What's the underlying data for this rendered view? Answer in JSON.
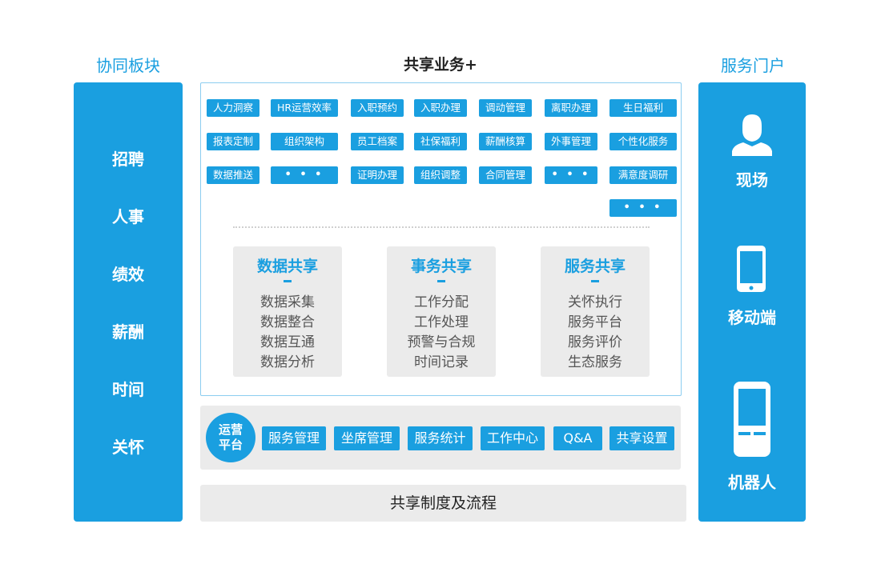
{
  "left": {
    "title": "协同板块",
    "items": [
      "招聘",
      "人事",
      "绩效",
      "薪酬",
      "时间",
      "关怀"
    ]
  },
  "center": {
    "title": "共享业务+",
    "chips": [
      [
        "人力洞察",
        "HR运营效率",
        "入职预约",
        "入职办理",
        "调动管理",
        "离职办理",
        "生日福利"
      ],
      [
        "报表定制",
        "组织架构",
        "员工档案",
        "社保福利",
        "薪酬核算",
        "外事管理",
        "个性化服务"
      ],
      [
        "数据推送",
        "• • •",
        "证明办理",
        "组织调整",
        "合同管理",
        "• • •",
        "满意度调研"
      ],
      [
        "• • •"
      ]
    ],
    "shares": [
      {
        "title": "数据共享",
        "items": [
          "数据采集",
          "数据整合",
          "数据互通",
          "数据分析"
        ]
      },
      {
        "title": "事务共享",
        "items": [
          "工作分配",
          "工作处理",
          "预警与合规",
          "时间记录"
        ]
      },
      {
        "title": "服务共享",
        "items": [
          "关怀执行",
          "服务平台",
          "服务评价",
          "生态服务"
        ]
      }
    ],
    "ops": {
      "circle": "运营\n平台",
      "buttons": [
        "服务管理",
        "坐席管理",
        "服务统计",
        "工作中心",
        "Q&A",
        "共享设置"
      ]
    },
    "rules": "共享制度及流程"
  },
  "right": {
    "title": "服务门户",
    "items": [
      {
        "label": "现场",
        "icon": "person-icon"
      },
      {
        "label": "移动端",
        "icon": "mobile-phone-icon"
      },
      {
        "label": "机器人",
        "icon": "kiosk-robot-icon"
      }
    ]
  },
  "colors": {
    "accent": "#1a9fe0",
    "panel_gray": "#ebebeb"
  }
}
